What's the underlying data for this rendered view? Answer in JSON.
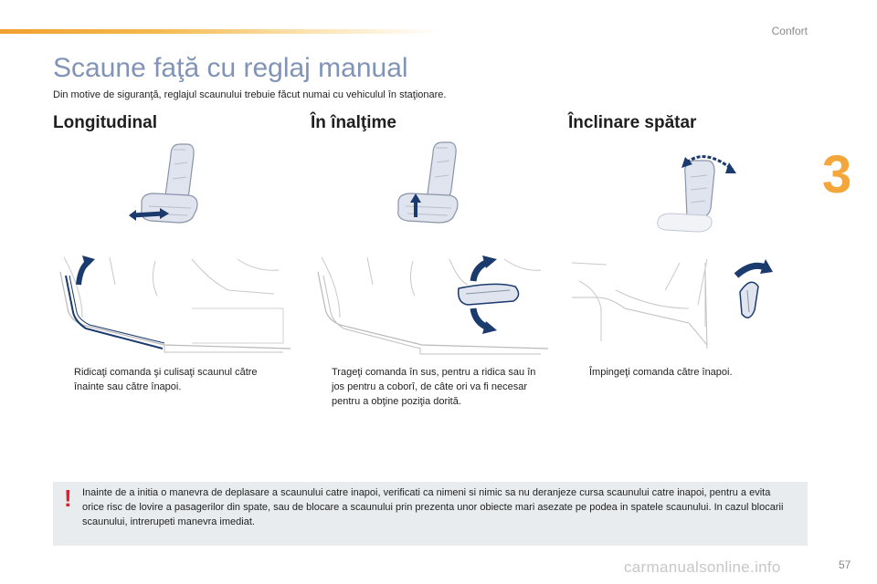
{
  "header": {
    "section": "Confort",
    "chapter_number": "3",
    "accent_color": "#f3a63a"
  },
  "title": "Scaune faţă cu reglaj manual",
  "intro": "Din motive de siguranţă, reglajul scaunului trebuie făcut numai cu vehiculul în staţionare.",
  "columns": [
    {
      "heading": "Longitudinal",
      "bullet": "",
      "text": "Ridicaţi comanda şi culisaţi scaunul către înainte sau către înapoi."
    },
    {
      "heading": "În înalţime",
      "bullet": "",
      "text": "Trageţi comanda în sus, pentru a ridica sau în jos pentru a coborî, de câte ori va fi necesar pentru a obţine poziţia dorită."
    },
    {
      "heading": "Înclinare spătar",
      "bullet": "",
      "text": "Împingeţi comanda către înapoi."
    }
  ],
  "warning": {
    "icon": "!",
    "text": "Inainte de a initia o manevra de deplasare a scaunului catre inapoi, verificati ca nimeni si nimic sa nu deranjeze cursa scaunului catre inapoi, pentru a evita orice risc de lovire a pasagerilor din spate, sau de blocare a scaunului prin prezenta unor obiecte mari asezate pe podea in spatele scaunului. In cazul blocarii scaunului, intrerupeti manevra imediat."
  },
  "footer": {
    "page_number": "57",
    "watermark": "carmanualsonline.info"
  },
  "colors": {
    "title": "#8193b6",
    "arrow": "#1b3a6e",
    "seat_fill": "#dfe4ee",
    "warning_bg": "#e8ecef",
    "warning_icon": "#e11c2b"
  }
}
